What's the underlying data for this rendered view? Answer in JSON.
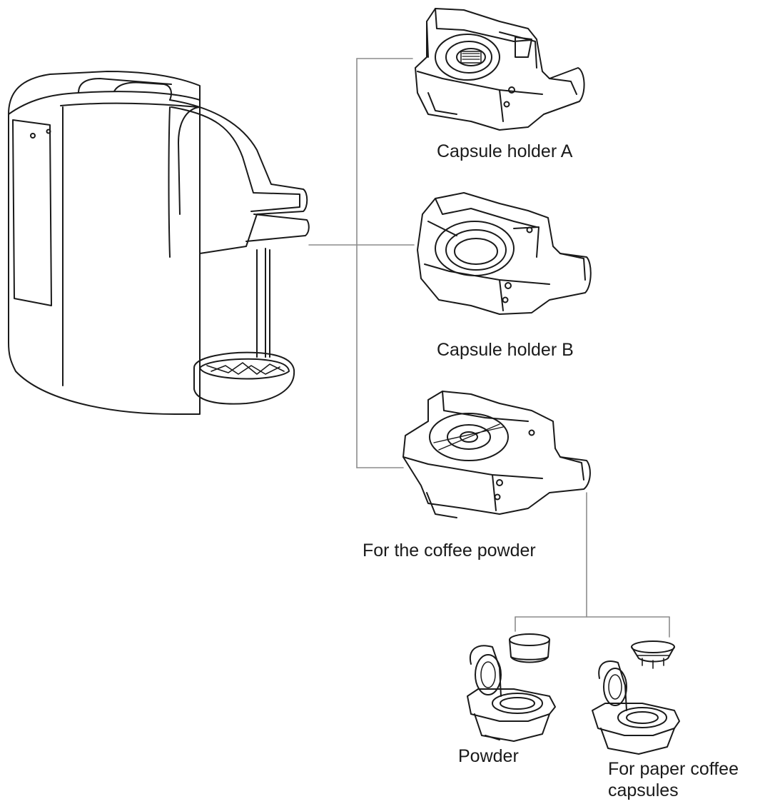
{
  "labels": {
    "holder_a": "Capsule holder A",
    "holder_b": "Capsule holder B",
    "coffee_powder": "For the coffee powder",
    "powder": "Powder",
    "paper_capsules": "For paper coffee capsules"
  },
  "icons": {
    "machine": "coffee-machine-icon",
    "holder_a": "capsule-holder-a-icon",
    "holder_b": "capsule-holder-b-icon",
    "holder_powder": "powder-holder-icon",
    "powder_filter": "powder-filter-icon",
    "paper_filter": "paper-capsule-filter-icon"
  },
  "colors": {
    "line": "#1a1a1a",
    "leader": "#8c8c8c"
  }
}
